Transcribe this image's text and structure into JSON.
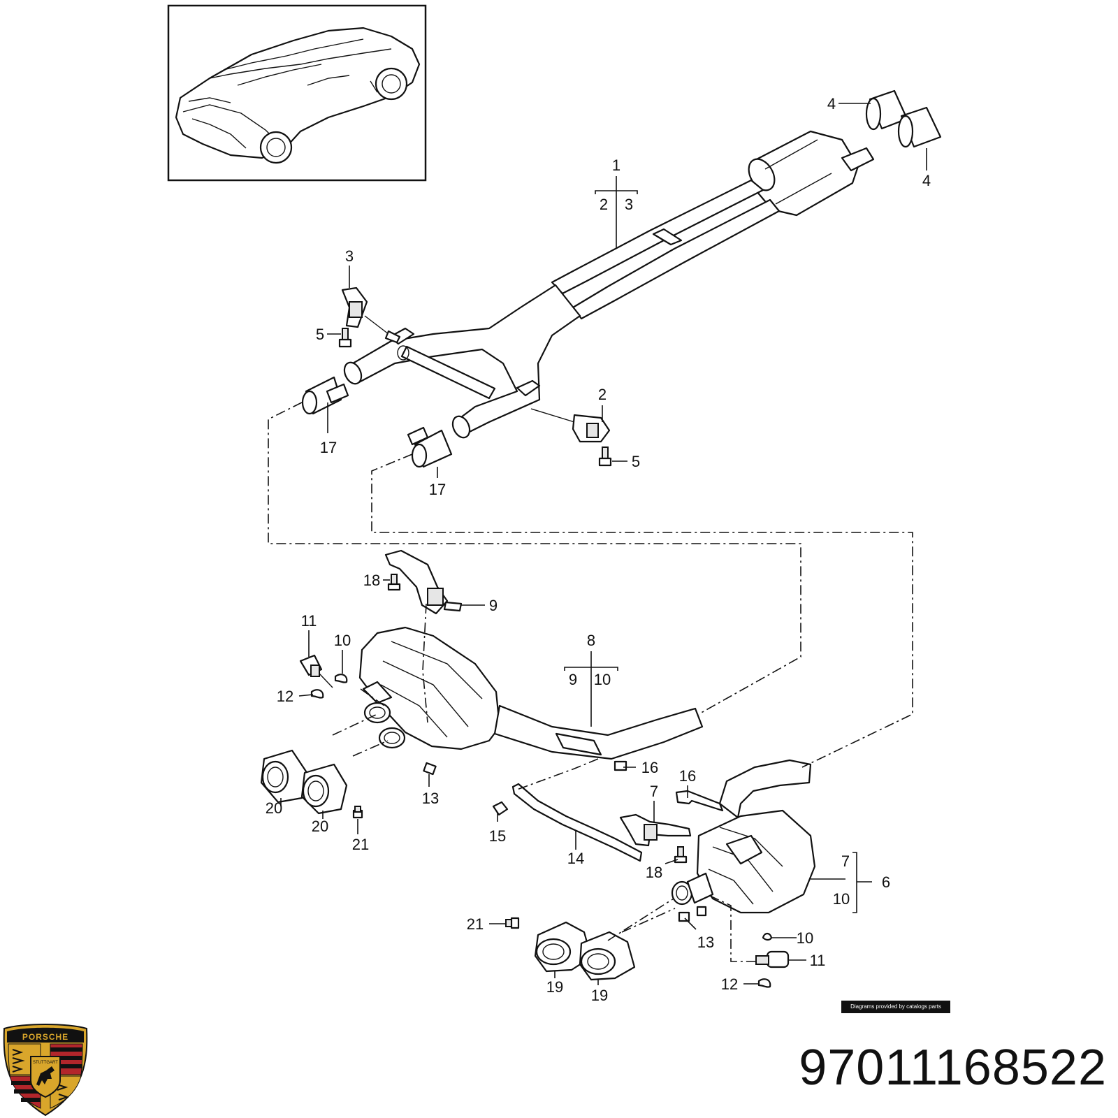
{
  "diagram": {
    "callouts": {
      "c1": "1",
      "c2a": "2",
      "c3a": "3",
      "c4a": "4",
      "c4b": "4",
      "c3b": "3",
      "c5a": "5",
      "c17a": "17",
      "c2b": "2",
      "c5b": "5",
      "c17b": "17",
      "c18a": "18",
      "c9a": "9",
      "c11a": "11",
      "c10a": "10",
      "c12a": "12",
      "c8": "8",
      "c9b": "9",
      "c10b": "10",
      "c16a": "16",
      "c16b": "16",
      "c13a": "13",
      "c20a": "20",
      "c20b": "20",
      "c21a": "21",
      "c7a": "7",
      "c15": "15",
      "c14": "14",
      "c18b": "18",
      "c7b": "7",
      "c6": "6",
      "c10c": "10",
      "c21b": "21",
      "c13b": "13",
      "c10d": "10",
      "c11b": "11",
      "c12b": "12",
      "c19a": "19",
      "c19b": "19"
    }
  },
  "footer": {
    "credit": "Diagrams provided by catalogs parts",
    "part_number": "97011168522",
    "brand_logo": "porsche-crest",
    "brand_logo_text": "PORSCHE",
    "brand_logo_subtext": "STUTTGART"
  },
  "colors": {
    "line": "#111111",
    "background": "#ffffff",
    "crest_red": "#b3262b",
    "crest_gold": "#d9a62b"
  }
}
